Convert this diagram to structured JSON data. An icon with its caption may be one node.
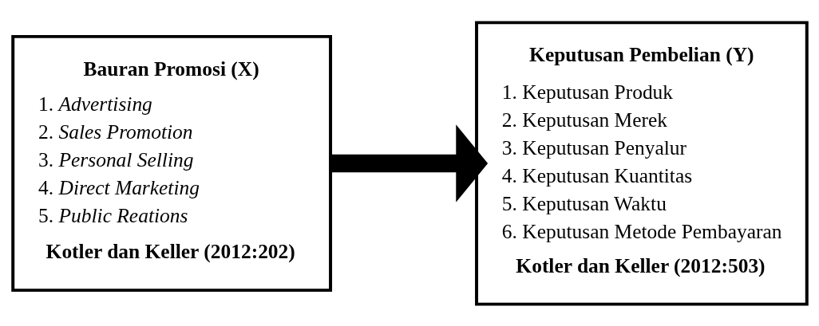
{
  "diagram": {
    "nodes": [
      {
        "text": [
          "Bauran Promosi (X)",
          "1. *Advertising*",
          "2. *Sales Promotion*",
          "3. *Personal Selling*",
          "4. *Direct Marketing*",
          "5. *Public Reations*",
          "Kotler dan Keller (2012:202)"
        ]
      },
      {
        "text": [
          "Keputusan Pembelian (Y)",
          "1. Keputusan Produk",
          "2. Keputusan Merek",
          "3. Keputusan Penyalur",
          "4. Keputusan Kuantitas",
          "5. Keputusan Waktu",
          "6. Keputusan Metode Pembayaran",
          "Kotler dan Keller (2012:503)"
        ]
      }
    ],
    "edges": [
      {
        "from": 0,
        "to": 1,
        "arrow": "to"
      }
    ]
  }
}
